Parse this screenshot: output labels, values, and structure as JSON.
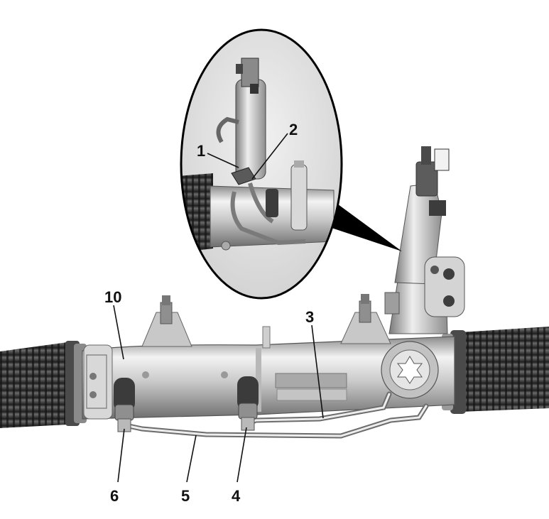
{
  "diagram": {
    "colors": {
      "metal_light": "#e9e9e9",
      "metal_mid": "#bdbdbd",
      "metal_dark": "#6d6d6d",
      "bellows": "#3c3c3c",
      "inset_bg": "#e6e6e6",
      "line": "#111111"
    },
    "callouts": [
      {
        "id": "c1",
        "label": "1"
      },
      {
        "id": "c2",
        "label": "2"
      },
      {
        "id": "c3",
        "label": "3"
      },
      {
        "id": "c4",
        "label": "4"
      },
      {
        "id": "c5",
        "label": "5"
      },
      {
        "id": "c6",
        "label": "6"
      },
      {
        "id": "c10",
        "label": "10"
      }
    ]
  }
}
